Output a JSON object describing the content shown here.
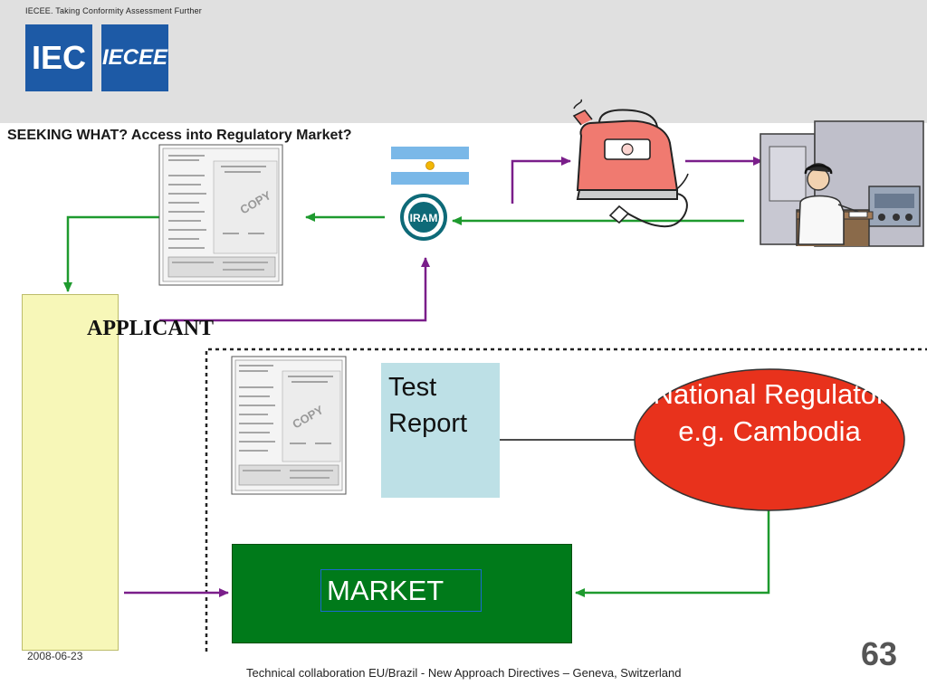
{
  "header": {
    "tagline": "IECEE. Taking Conformity Assessment Further",
    "logo_iec": "IEC",
    "logo_iecee": "IECEE"
  },
  "slide": {
    "title": "SEEKING WHAT? Access into Regulatory Market?",
    "applicant": "APPLICANT",
    "test_report": "Test Report",
    "regulator": "National Regulator e.g. Cambodia",
    "market": "MARKET",
    "date": "2008-06-23",
    "footer": "Technical collaboration EU/Brazil - New Approach Directives – Geneva, Switzerland",
    "page_number": "63"
  },
  "images": {
    "certificate_stamp": "COPY",
    "iram_seal": "IRAM"
  },
  "icons": [
    "certificate-copy-icon",
    "argentina-flag-icon",
    "iram-seal-icon",
    "electric-iron-icon",
    "lab-technician-icon",
    "certificate-copy-icon-2"
  ],
  "colors": {
    "header_bg": "#e0e0e0",
    "logo_blue": "#1d5aa6",
    "arrow_green": "#1e9a2e",
    "arrow_purple": "#7a1e8a",
    "applicant_fill": "#f7f7b8",
    "test_report_fill": "#bde0e6",
    "regulator_fill": "#e8321c",
    "market_fill": "#007a1a"
  }
}
